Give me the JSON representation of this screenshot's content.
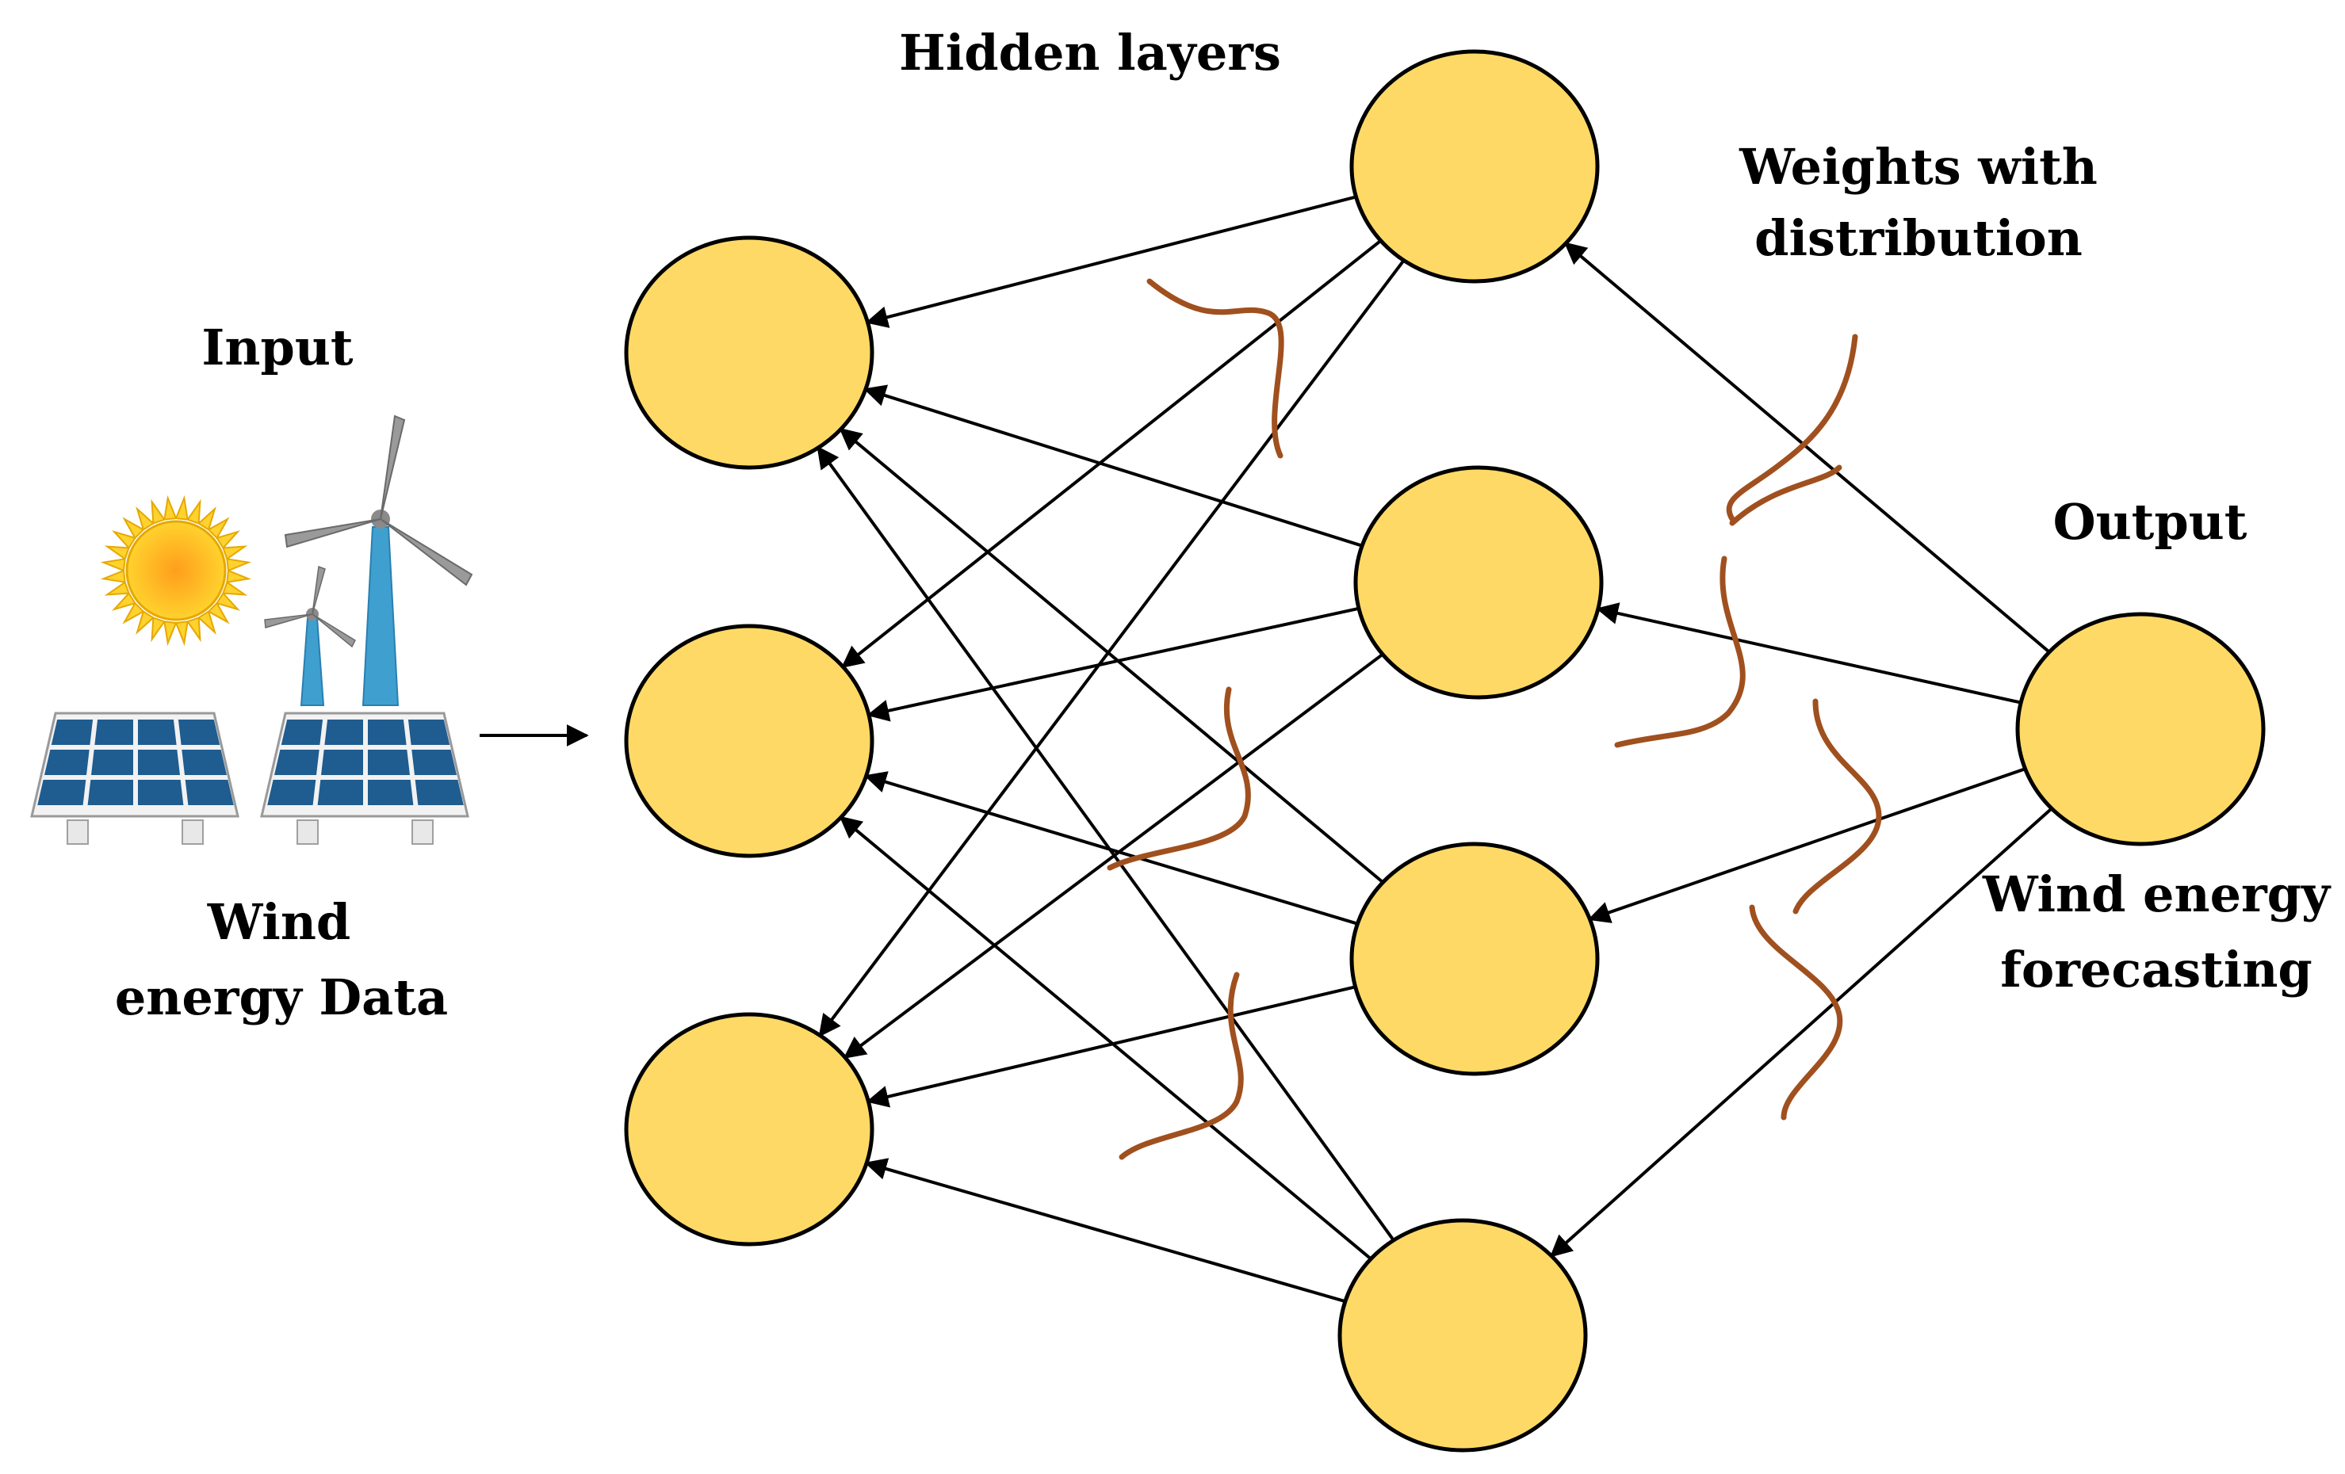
{
  "labels": {
    "hidden_layers": "Hidden layers",
    "input": "Input",
    "input_desc_line1": "Wind",
    "input_desc_line2": "energy Data",
    "weights_line1": "Weights with",
    "weights_line2": "distribution",
    "output": "Output",
    "output_desc_line1": "Wind energy",
    "output_desc_line2": "forecasting"
  },
  "colors": {
    "node_fill": "#FED966",
    "edge": "#000000",
    "weight_curve": "#A0501E",
    "panel": "#1F5C8F",
    "turbine": "#3FA0D0",
    "sun": "#FFC20E"
  },
  "network": {
    "layer_sizes": [
      3,
      4,
      1
    ],
    "connections": "fully connected; arrows point from output layer back toward first hidden layer"
  },
  "icons": [
    "sun-icon",
    "wind-turbine-icon",
    "solar-panel-icon"
  ]
}
